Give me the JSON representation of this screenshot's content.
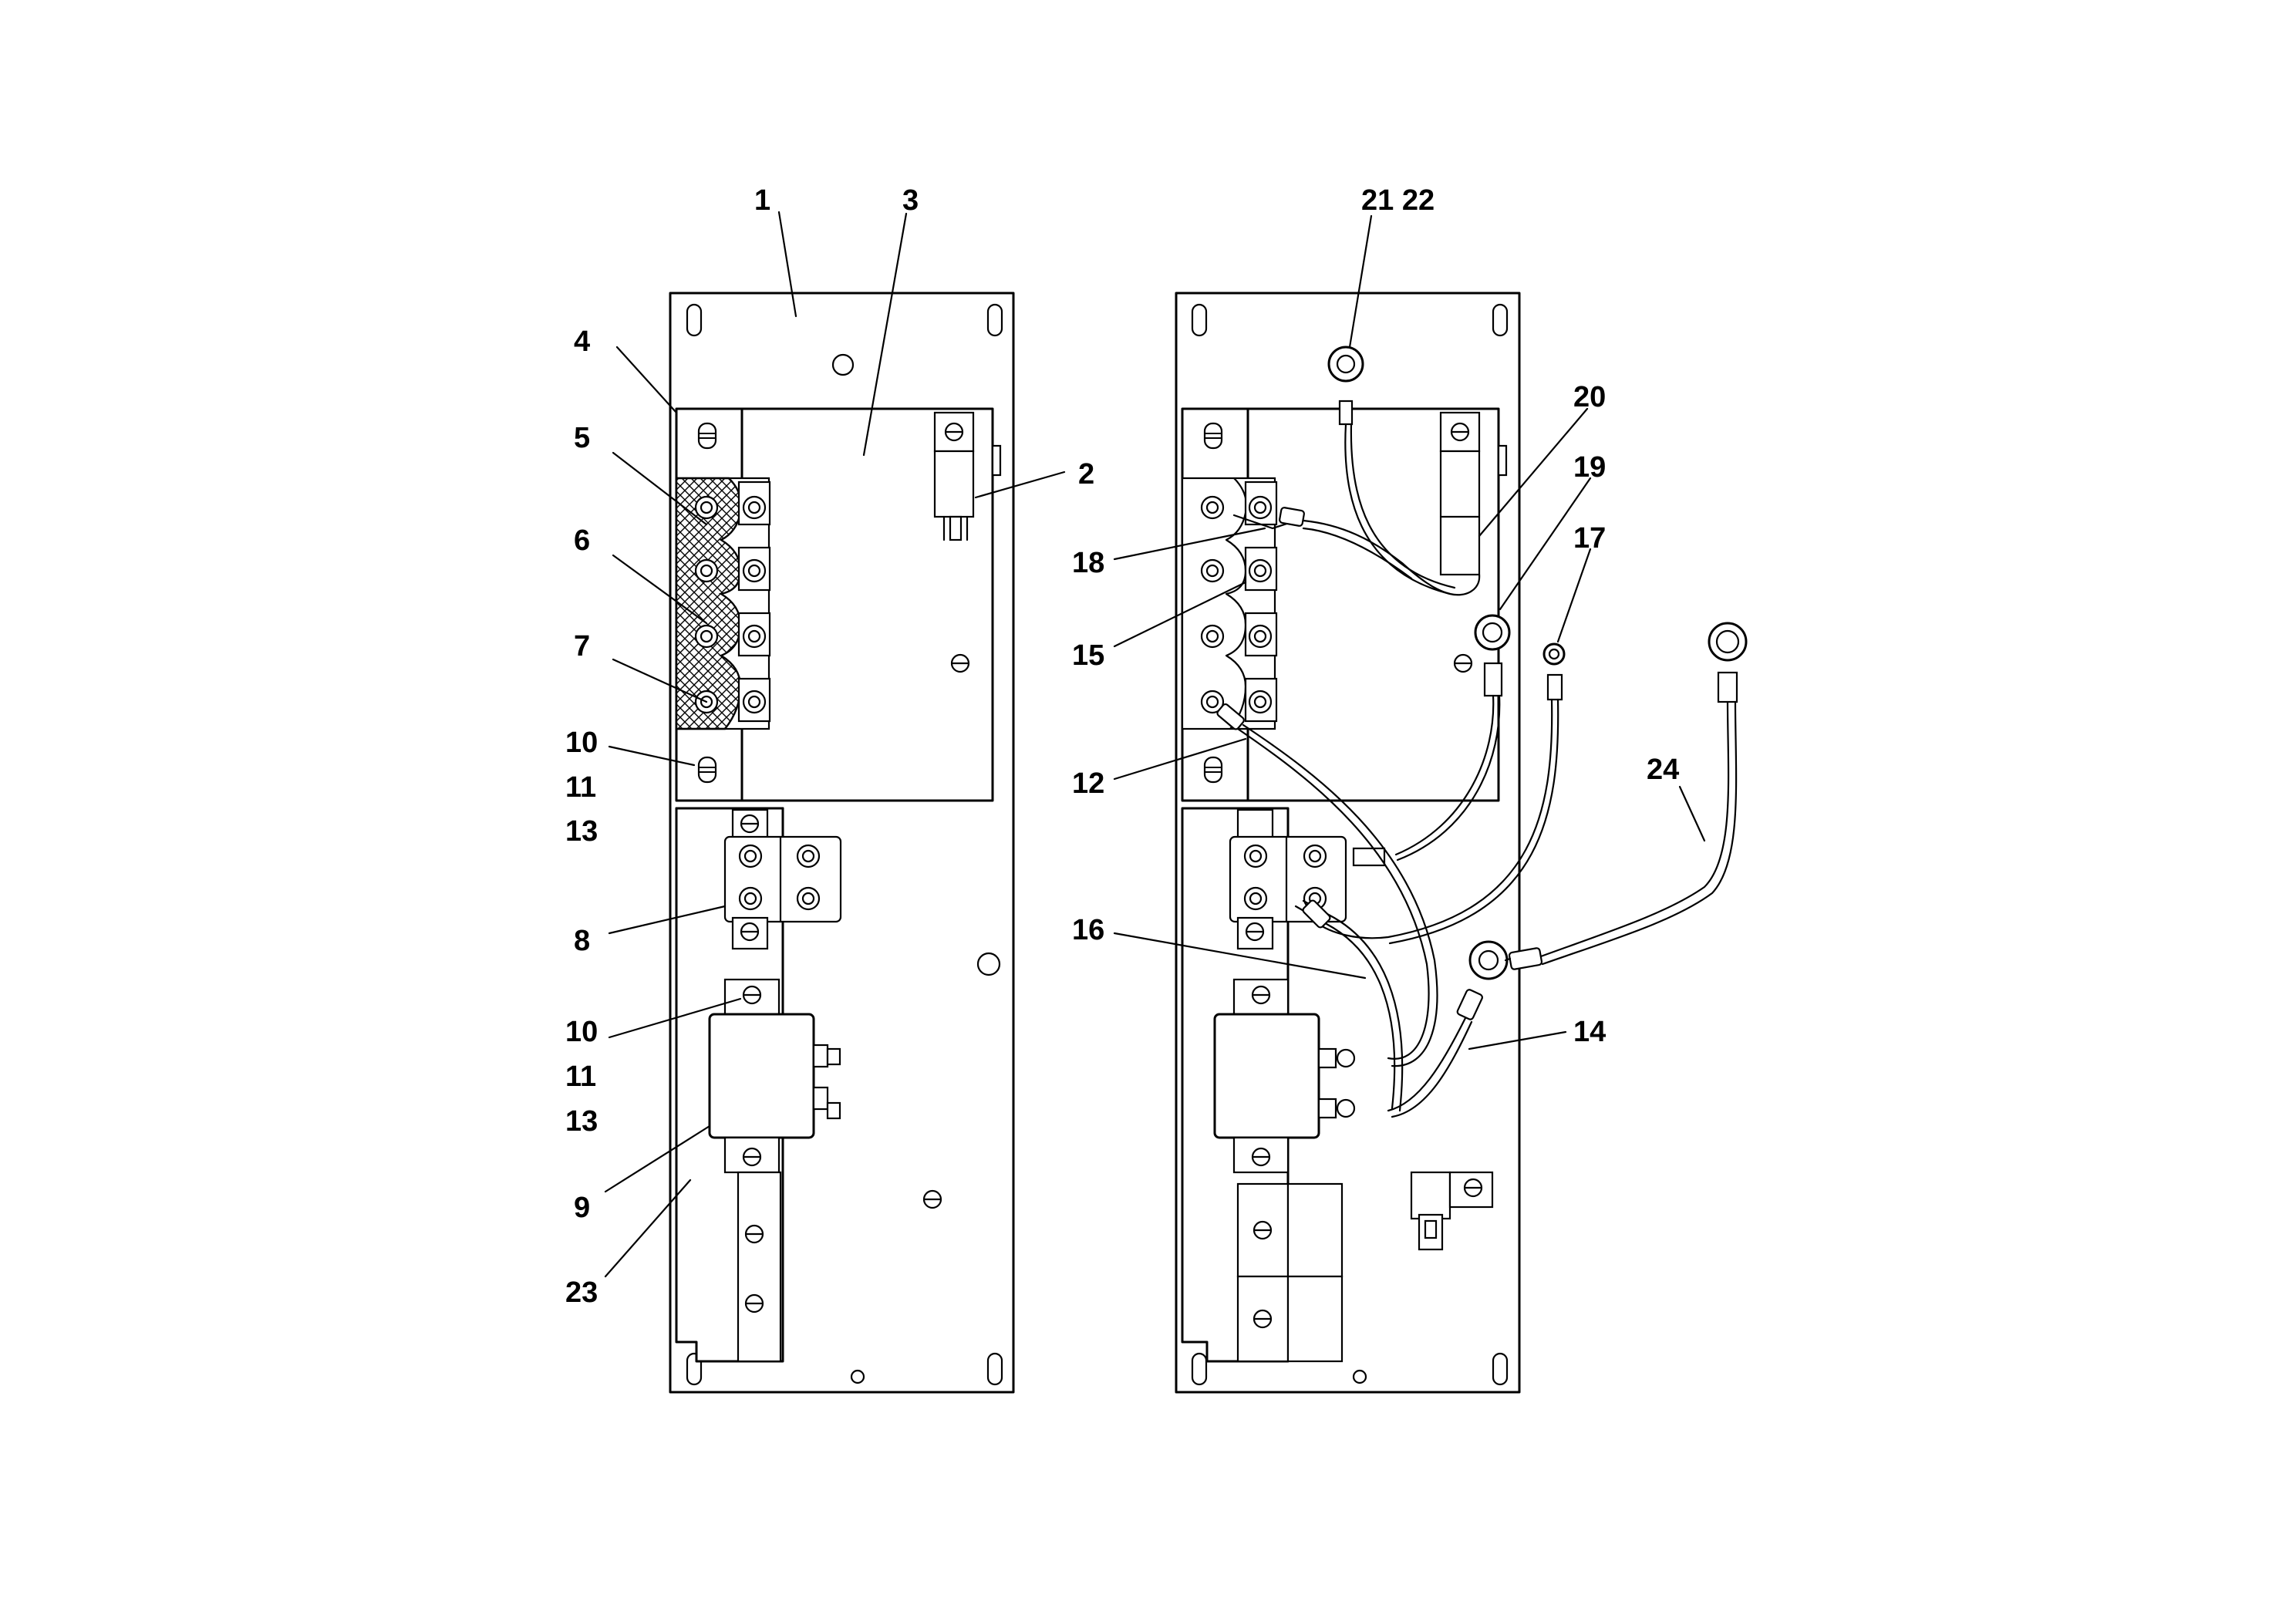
{
  "diagram": {
    "left_view_callouts": {
      "c1": "1",
      "c3": "3",
      "c4": "4",
      "c5": "5",
      "c2": "2",
      "c6": "6",
      "c7": "7",
      "c10a": "10",
      "c11a": "11",
      "c13a": "13",
      "c8": "8",
      "c10b": "10",
      "c11b": "11",
      "c13b": "13",
      "c9": "9",
      "c23": "23"
    },
    "right_view_callouts": {
      "c21_22": "21 22",
      "c20": "20",
      "c19": "19",
      "c17": "17",
      "c18": "18",
      "c15": "15",
      "c12": "12",
      "c24": "24",
      "c16": "16",
      "c14": "14"
    }
  }
}
